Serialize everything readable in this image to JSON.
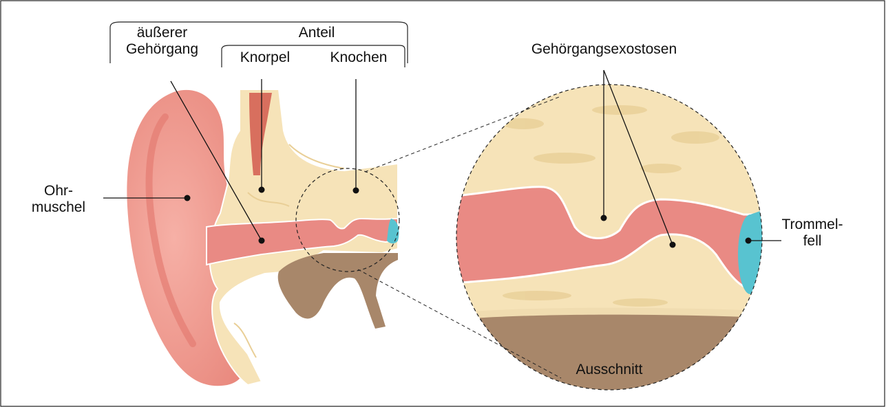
{
  "labels": {
    "outer_canal": [
      "äußerer",
      "Gehörgang"
    ],
    "portion": "Anteil",
    "cartilage": "Knorpel",
    "bone": "Knochen",
    "auricle": [
      "Ohr-",
      "muschel"
    ],
    "exostoses": "Gehörgangsexostosen",
    "eardrum": [
      "Trommel-",
      "fell"
    ],
    "excerpt": "Ausschnitt"
  },
  "colors": {
    "skin": "#f2a096",
    "skin_dark": "#e2746a",
    "cartilage": "#f6e3b8",
    "cartilage_dark": "#e9cf97",
    "canal": "#e98a84",
    "bone_brown": "#a8876a",
    "eardrum": "#58c3d0",
    "line": "#111111"
  }
}
